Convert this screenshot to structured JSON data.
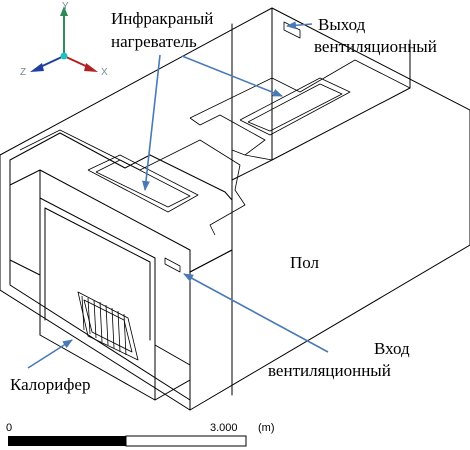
{
  "axes": {
    "y": "Y",
    "z": "Z",
    "x": "X"
  },
  "labels": {
    "ir_heater": [
      "Инфракраный",
      "нагреватель"
    ],
    "vent_outlet": [
      "Выход",
      "вентиляционный"
    ],
    "floor": "Пол",
    "vent_inlet": [
      "Вход",
      "вентиляционный"
    ],
    "heater": "Калорифер"
  },
  "scale": {
    "start": "0",
    "end": "3.000",
    "unit": "(m)"
  },
  "colors": {
    "arrow": "#4a7ab5",
    "line": "#000000",
    "axis_x": "#b22222",
    "axis_y": "#2e8b57",
    "axis_z": "#1f3fa0",
    "axis_center": "#20c0c0"
  }
}
